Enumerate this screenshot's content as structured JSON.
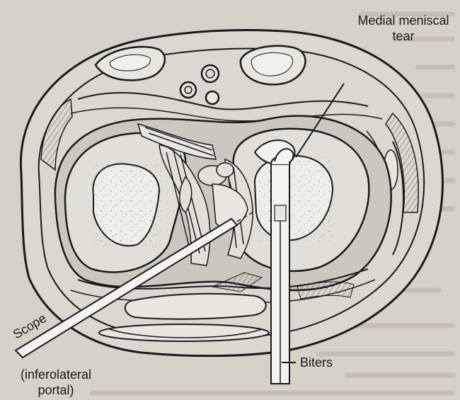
{
  "labels": {
    "medial_meniscal_tear_line1": "Medial meniscal",
    "medial_meniscal_tear_line2": "tear",
    "scope": "Scope",
    "portal_line1": "(inferolateral",
    "portal_line2": "portal)",
    "biters": "Biters"
  },
  "colors": {
    "background": "#d7d2c8",
    "ink": "#1a1a1a",
    "condyle_fill": "#e6e3de",
    "shadow_fill": "#bdb8b0",
    "bleed_text": "#b7b1a6"
  }
}
